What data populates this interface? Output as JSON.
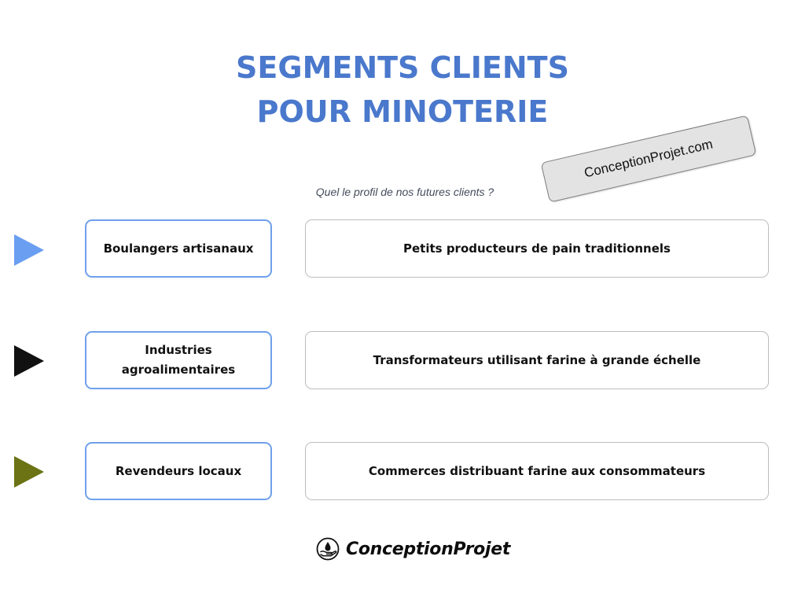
{
  "title": {
    "line1": "SEGMENTS CLIENTS",
    "line2": "POUR MINOTERIE"
  },
  "stamp": "ConceptionProjet.com",
  "subtitle": "Quel le profil de nos futures clients ?",
  "rows": [
    {
      "segment": "Boulangers artisanaux",
      "description": "Petits producteurs de pain traditionnels",
      "arrow_color": "#6a9ef0"
    },
    {
      "segment": "Industries agroalimentaires",
      "description": "Transformateurs utilisant farine à grande échelle",
      "arrow_color": "#111111"
    },
    {
      "segment": "Revendeurs locaux",
      "description": "Commerces distribuant farine aux consommateurs",
      "arrow_color": "#6b7314"
    }
  ],
  "footer": {
    "logo_icon": "hand-holding-drop-icon",
    "logo_text": "ConceptionProjet"
  }
}
